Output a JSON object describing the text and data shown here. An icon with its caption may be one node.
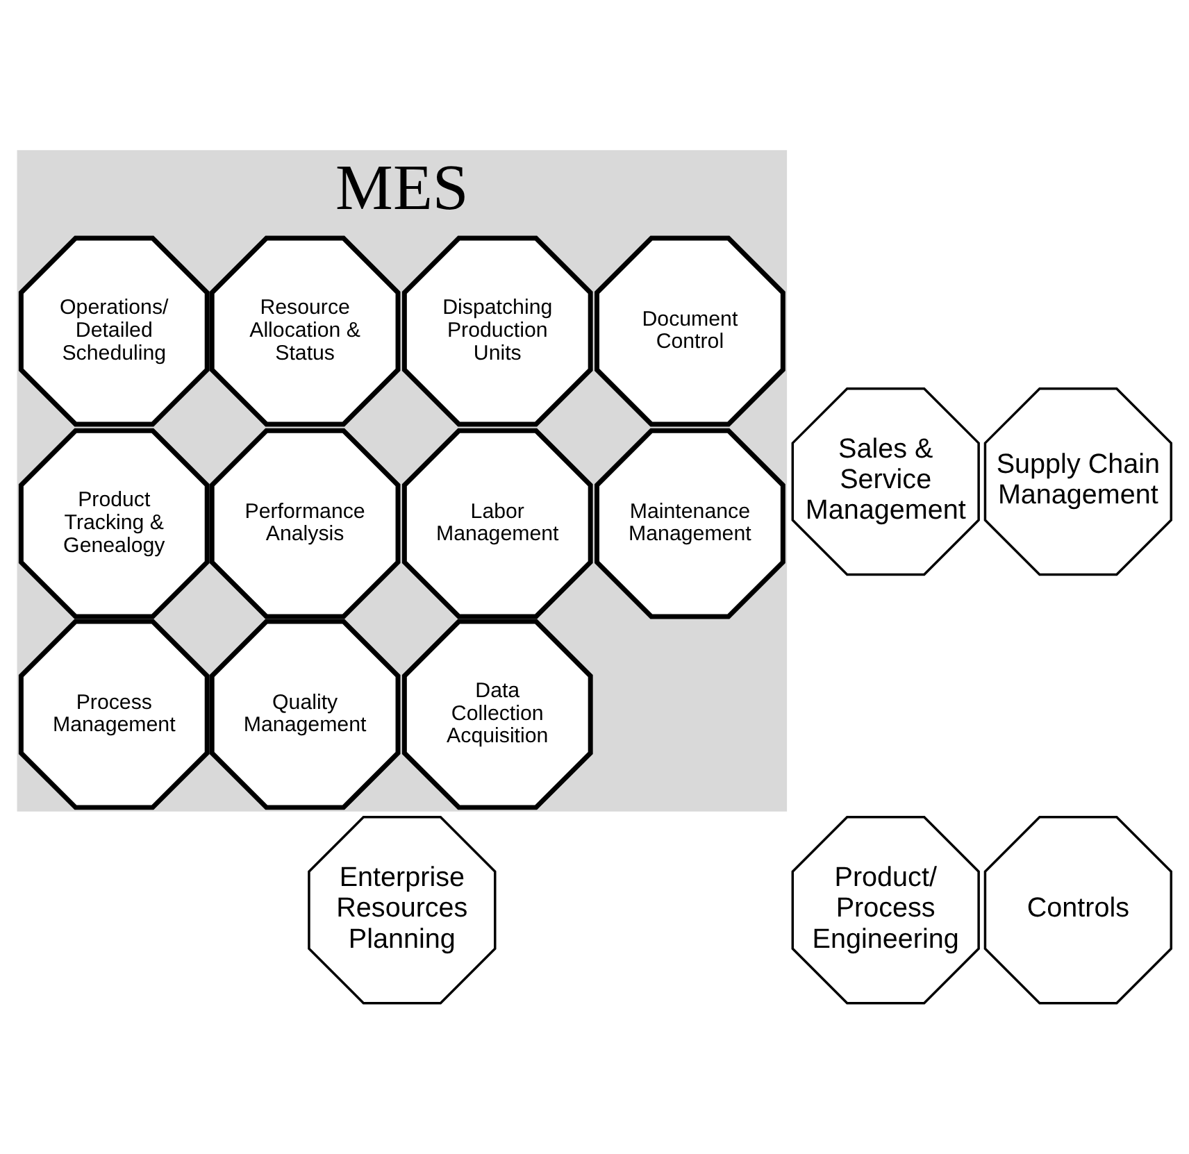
{
  "diagram": {
    "nodes": [
      {
        "text": [
          "Sales & Service Management"
        ]
      },
      {
        "text": [
          "Supply Chain Management"
        ]
      },
      {
        "text": [
          "Enterprise Resources Planning"
        ]
      },
      {
        "text": [
          "MES"
        ]
      },
      {
        "text": [
          "Operations/ Detailed Scheduling"
        ],
        "in": 3
      },
      {
        "text": [
          "Resource Allocation & Status"
        ],
        "in": 3
      },
      {
        "text": [
          "Dispatching Production Units"
        ],
        "in": 3
      },
      {
        "text": [
          "Document Control"
        ],
        "in": 3
      },
      {
        "text": [
          "Product Tracking & Genealogy"
        ],
        "in": 3
      },
      {
        "text": [
          "Performance Analysis"
        ],
        "in": 3
      },
      {
        "text": [
          "Product/ Process Engineering"
        ]
      },
      {
        "text": [
          "Labor Management"
        ],
        "in": 3
      },
      {
        "text": [
          "Maintenance Management"
        ],
        "in": 3
      },
      {
        "text": [
          "Process Management"
        ],
        "in": 3
      },
      {
        "text": [
          "Quality Management"
        ],
        "in": 3
      },
      {
        "text": [
          "Data Collection Acquisition"
        ],
        "in": 3
      },
      {
        "text": [
          "Controls"
        ]
      }
    ]
  }
}
